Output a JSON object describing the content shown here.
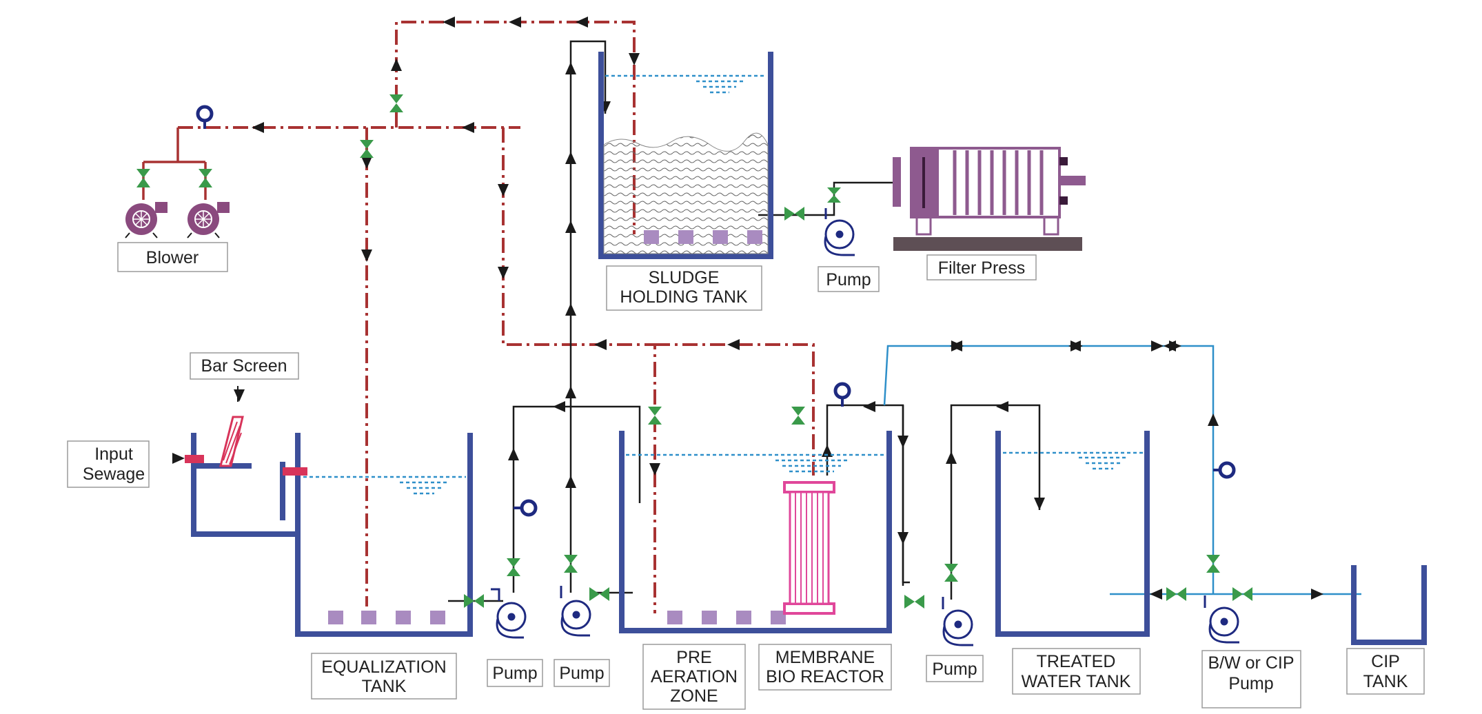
{
  "labels": {
    "blower": "Blower",
    "bar_screen": "Bar Screen",
    "input_sewage_1": "Input",
    "input_sewage_2": "Sewage",
    "equalization_1": "EQUALIZATION",
    "equalization_2": "TANK",
    "pump": "Pump",
    "pre_aeration_1": "PRE",
    "pre_aeration_2": "AERATION",
    "pre_aeration_3": "ZONE",
    "mbr_1": "MEMBRANE",
    "mbr_2": "BIO REACTOR",
    "sludge_1": "SLUDGE",
    "sludge_2": "HOLDING TANK",
    "filter_press": "Filter Press",
    "treated_1": "TREATED",
    "treated_2": "WATER TANK",
    "bwcip_1": "B/W or CIP",
    "bwcip_2": "Pump",
    "cip_1": "CIP",
    "cip_2": "TANK"
  },
  "colors": {
    "tank_blue": "#3d4f9a",
    "air_red": "#a83232",
    "valve_green": "#3a9a4a",
    "water_blue": "#2e8fc9",
    "diffuser_purple": "#a98bc0",
    "membrane_pink": "#e0479a",
    "blower_purple": "#8a4a7e",
    "filter_purple": "#8e5a8f",
    "pipe_black": "#1a1a1a"
  }
}
